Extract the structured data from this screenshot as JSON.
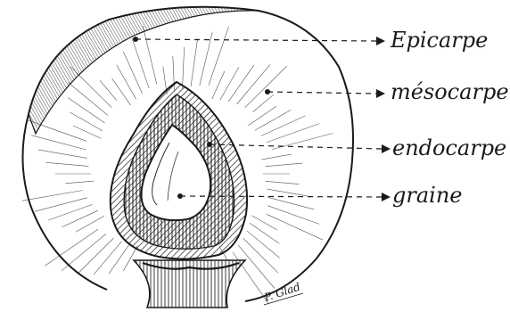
{
  "figure": {
    "labels": {
      "epicarp": "Epicarpe",
      "mesocarp": "mésocarpe",
      "endocarp": "endocarpe",
      "seed": "graine"
    },
    "signature": "P. Glad",
    "colors": {
      "ink": "#1a1a1a",
      "paper": "#ffffff"
    }
  }
}
